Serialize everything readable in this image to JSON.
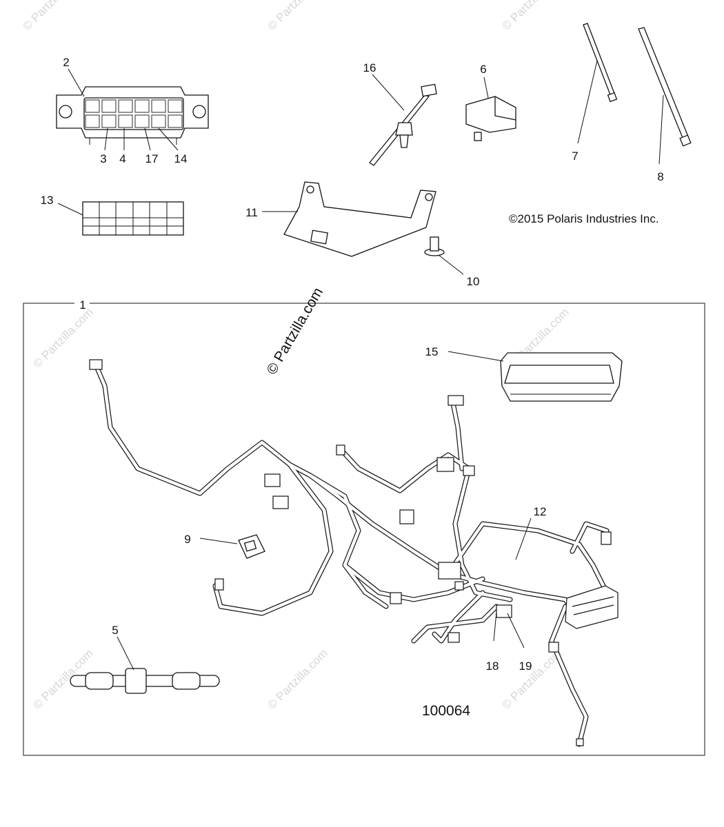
{
  "copyright": "©2015 Polaris Industries Inc.",
  "diagram_code": "100064",
  "watermark_center": "© Partzilla.com",
  "watermark_small": "© Partzilla.com",
  "callouts": {
    "c1": "1",
    "c2": "2",
    "c3": "3",
    "c4": "4",
    "c5": "5",
    "c6": "6",
    "c7": "7",
    "c8": "8",
    "c9": "9",
    "c10": "10",
    "c11": "11",
    "c12": "12",
    "c13": "13",
    "c14": "14",
    "c15": "15",
    "c16": "16",
    "c17": "17",
    "c18": "18",
    "c19": "19"
  }
}
